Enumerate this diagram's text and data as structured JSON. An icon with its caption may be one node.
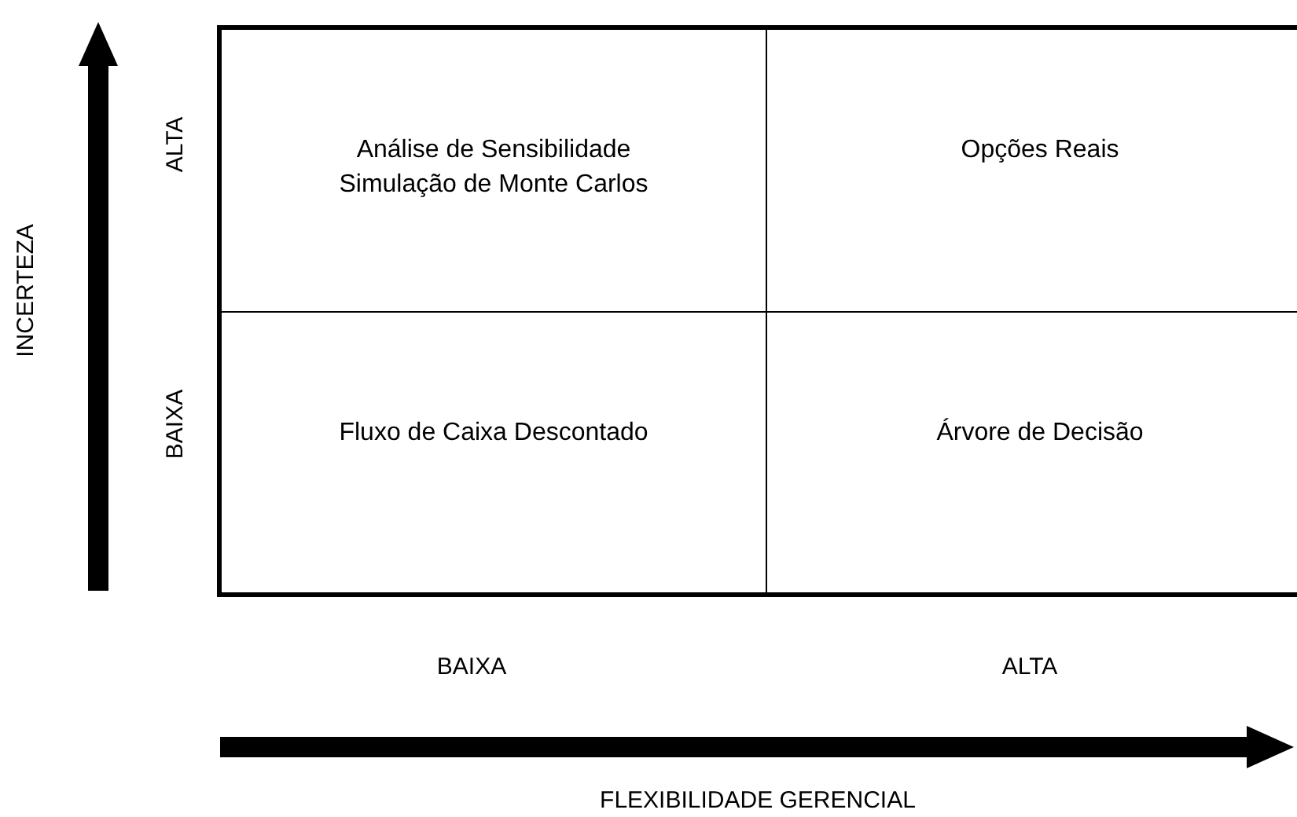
{
  "diagram": {
    "nodes": [
      {
        "text": [
          "Análise de Sensibilidade",
          "Simulação de Monte Carlos"
        ]
      },
      {
        "text": [
          "Opções Reais"
        ]
      },
      {
        "text": [
          "Fluxo de Caixa Descontado"
        ]
      },
      {
        "text": [
          "Árvore de Decisão"
        ]
      }
    ],
    "labels": [
      "INCERTEZA",
      "ALTA",
      "BAIXA",
      "BAIXA",
      "ALTA",
      "FLEXIBILIDADE GERENCIAL"
    ]
  }
}
